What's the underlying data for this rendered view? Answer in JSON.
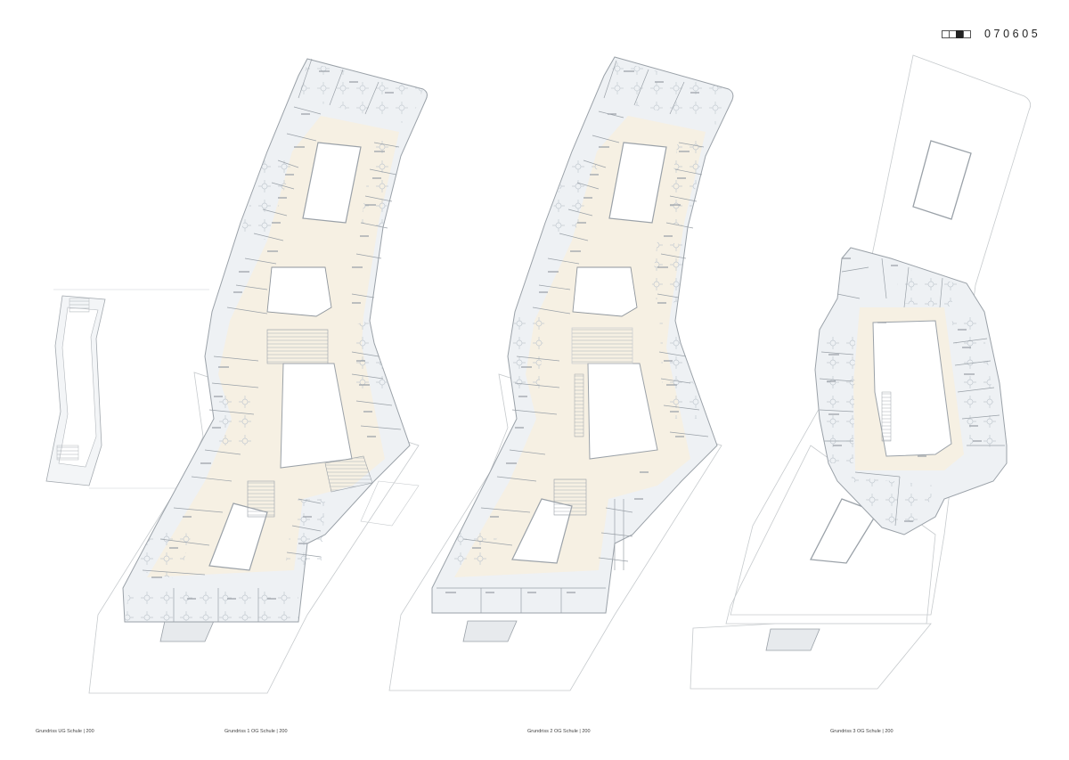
{
  "sheet": {
    "plan_number": "070605"
  },
  "captions": {
    "ug": "Grundriss UG Schule | 200",
    "og1": "Grundriss 1 OG Schule | 200",
    "og2": "Grundriss 2 OG Schule | 200",
    "og3": "Grundriss 3 OG Schule | 200"
  },
  "colors": {
    "corridor": "#f6f0e3",
    "room": "#eef1f4",
    "wall": "#9aa1a8",
    "outline": "#bfc3c7",
    "furniture": "#c3cad1"
  }
}
